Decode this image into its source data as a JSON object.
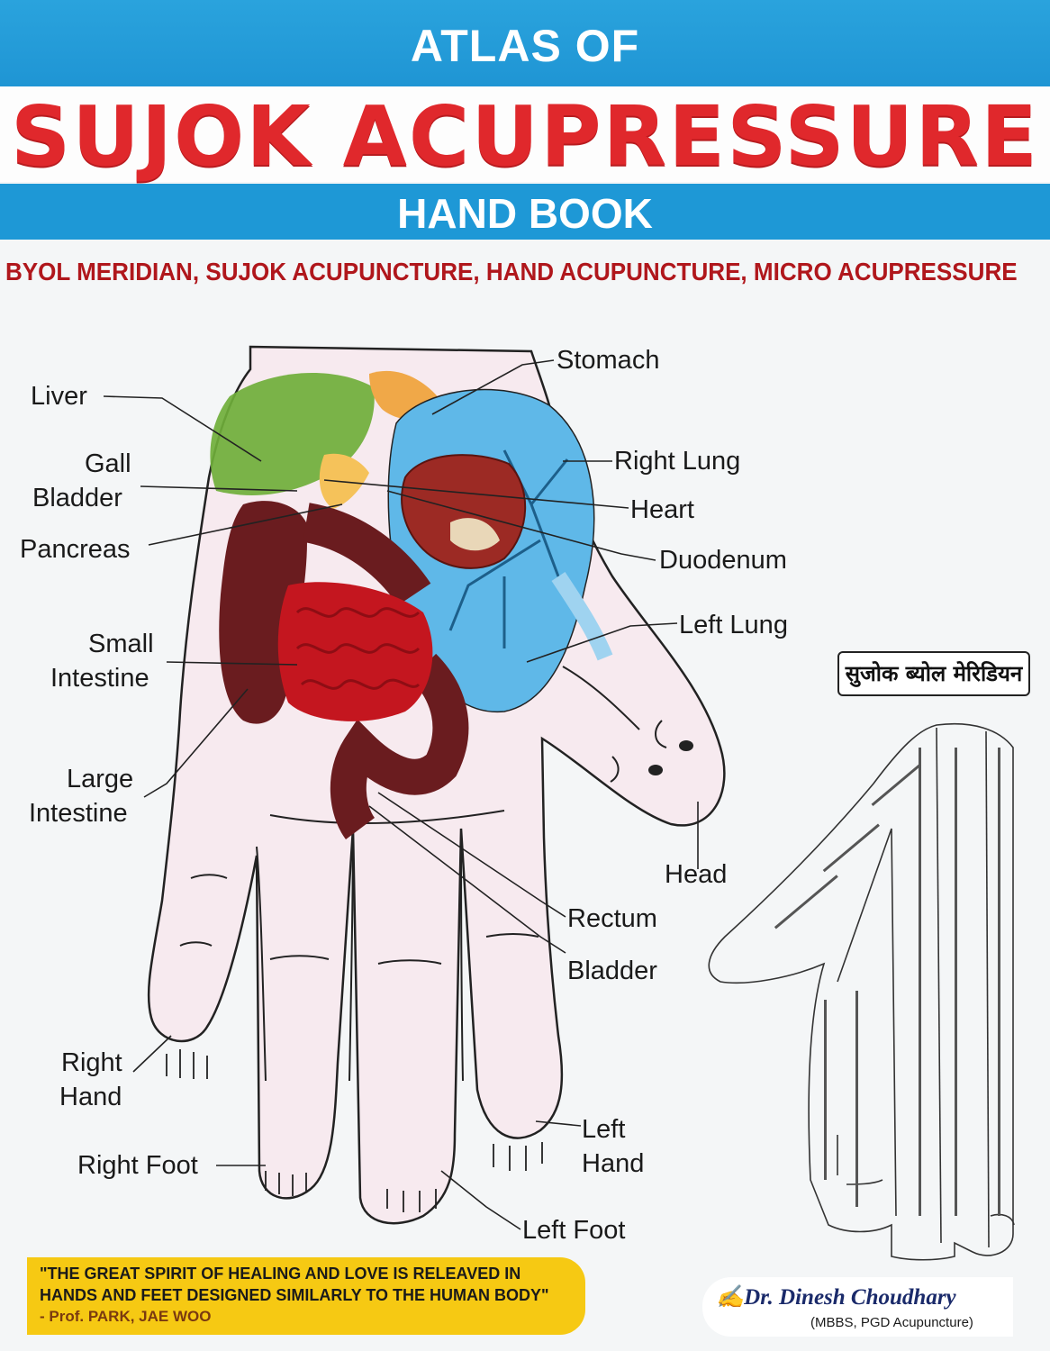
{
  "header": {
    "line1": "ATLAS OF",
    "title": "SUJOK ACUPRESSURE",
    "line3": "HAND BOOK",
    "subtitle": "BYOL MERIDIAN, SUJOK ACUPUNCTURE, HAND ACUPUNCTURE, MICRO ACUPRESSURE"
  },
  "diagram": {
    "labels": {
      "stomach": "Stomach",
      "liver": "Liver",
      "gall_bladder": [
        "Gall",
        "Bladder"
      ],
      "pancreas": "Pancreas",
      "right_lung": "Right Lung",
      "heart": "Heart",
      "duodenum": "Duodenum",
      "left_lung": "Left Lung",
      "small_intestine": [
        "Small",
        "Intestine"
      ],
      "large_intestine": [
        "Large",
        "Intestine"
      ],
      "head": "Head",
      "rectum": "Rectum",
      "bladder": "Bladder",
      "right_hand": [
        "Right",
        "Hand"
      ],
      "left_hand": [
        "Left",
        "Hand"
      ],
      "right_foot": "Right Foot",
      "left_foot": "Left Foot"
    },
    "meridian_badge": "सुजोक ब्योल मेरिडियन"
  },
  "footer": {
    "quote_line1": "\"THE GREAT SPIRIT OF HEALING AND LOVE IS RELEAVED IN",
    "quote_line2": "HANDS AND FEET DESIGNED SIMILARLY TO THE HUMAN BODY\"",
    "quote_author": "- Prof. PARK, JAE WOO",
    "author": "Dr. Dinesh Choudhary",
    "author_degree": "(MBBS, PGD Acupuncture)"
  },
  "colors": {
    "band_blue": "#1e98d6",
    "title_red": "#e0282c",
    "subtitle_red": "#b0171c",
    "quote_yellow": "#f6c913",
    "lung_blue": "#5fb8e8",
    "liver_green": "#6fae3a",
    "intestine_red": "#c4161f",
    "colon_brown": "#6a1c1f"
  }
}
